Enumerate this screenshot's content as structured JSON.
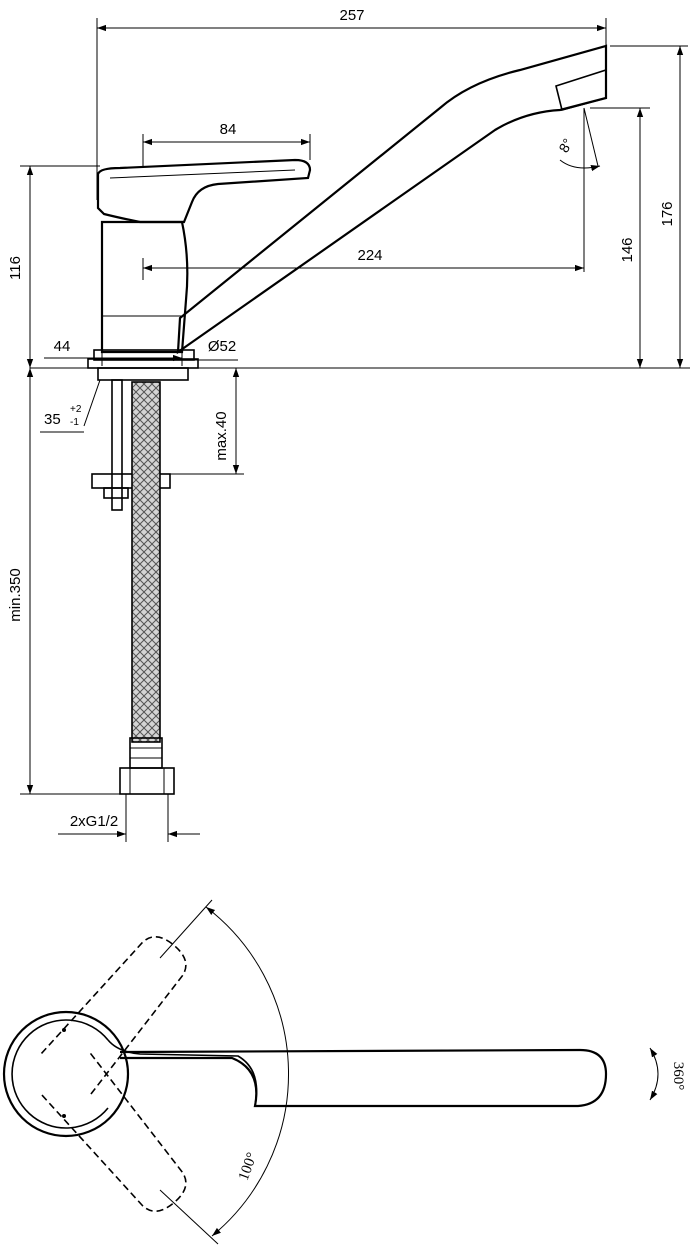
{
  "colors": {
    "line": "#000000",
    "background": "#ffffff",
    "hose_fill": "#cfcfcf"
  },
  "dimensions": {
    "width_total": "257",
    "lever_length": "84",
    "spout_reach": "224",
    "height_body": "116",
    "height_outlet": "146",
    "height_total": "176",
    "body_diameter": "44",
    "base_diameter": "Ø52",
    "hole_size": "35",
    "hole_tol_plus": "+2",
    "hole_tol_minus": "-1",
    "max_thickness": "max.40",
    "hose_length": "min.350",
    "connection": "2xG1/2",
    "outlet_angle": "8°",
    "lever_rotation": "100°",
    "spout_rotation": "360°"
  }
}
